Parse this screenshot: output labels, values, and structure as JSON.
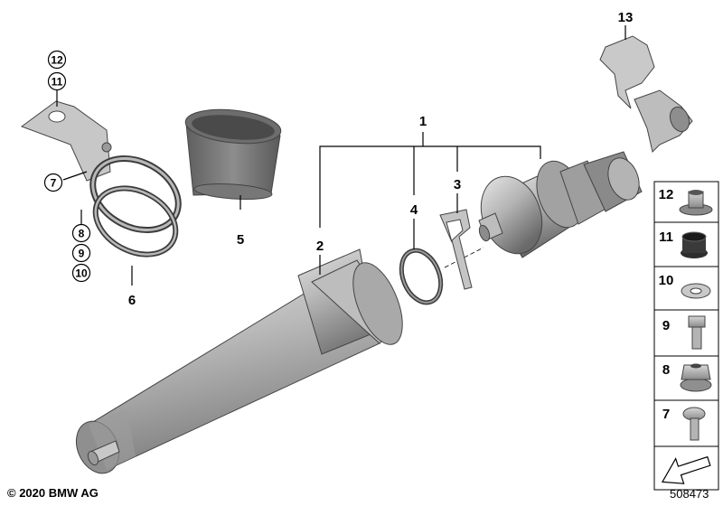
{
  "callouts": {
    "c1": "1",
    "c2": "2",
    "c3": "3",
    "c4": "4",
    "c5": "5",
    "c6": "6",
    "c13": "13"
  },
  "circled": {
    "c12": "12",
    "c11": "11",
    "c7": "7",
    "c8": "8",
    "c9": "9",
    "c10": "10"
  },
  "panel": [
    "12",
    "11",
    "10",
    "9",
    "8",
    "7"
  ],
  "footer": {
    "copyright": "© 2020 BMW AG",
    "diagram_id": "508473"
  },
  "colors": {
    "metal_light": "#d4d4d4",
    "metal_mid": "#a8a8a8",
    "metal_dark": "#6e6e6e",
    "sleeve": "#7c7c7c",
    "line": "#000000"
  }
}
